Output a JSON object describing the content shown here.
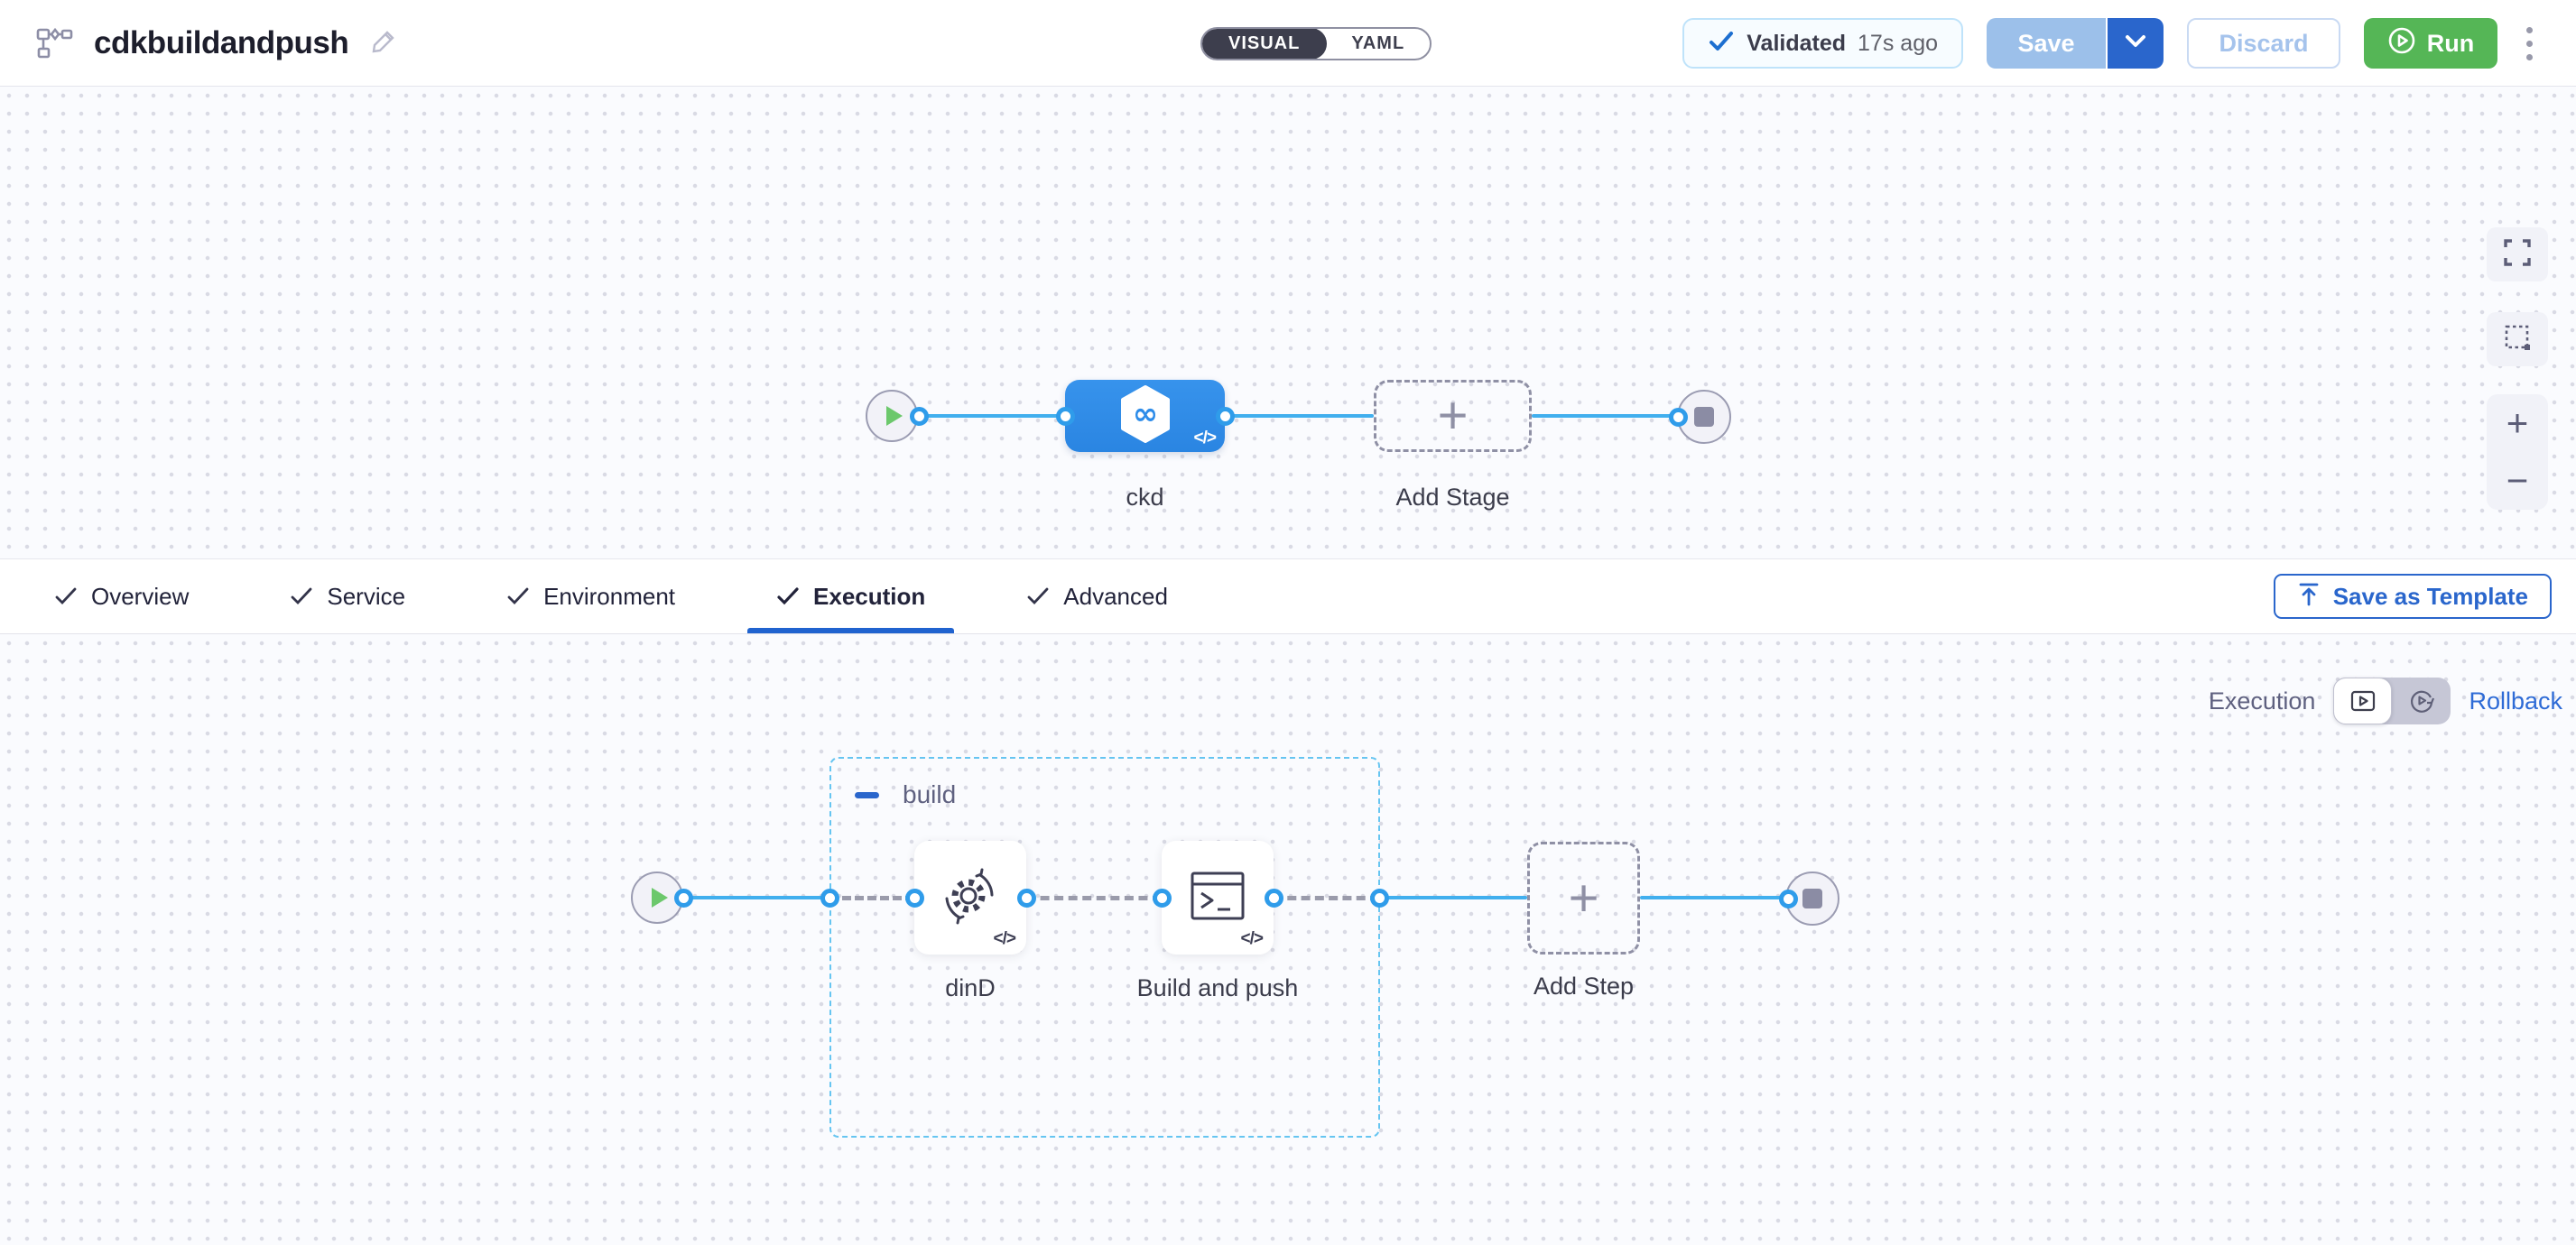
{
  "header": {
    "title": "cdkbuildandpush",
    "mode_toggle": {
      "visual": "VISUAL",
      "yaml": "YAML"
    },
    "validation": {
      "status": "Validated",
      "time": "17s ago"
    },
    "actions": {
      "save": "Save",
      "discard": "Discard",
      "run": "Run"
    }
  },
  "tabs": [
    {
      "label": "Overview",
      "checked": true
    },
    {
      "label": "Service",
      "checked": true
    },
    {
      "label": "Environment",
      "checked": true
    },
    {
      "label": "Execution",
      "checked": true,
      "active": true
    },
    {
      "label": "Advanced",
      "checked": true
    }
  ],
  "save_as_template_label": "Save as Template",
  "pipeline": {
    "stage_label": "ckd",
    "add_stage_label": "Add Stage",
    "code_badge": "</>"
  },
  "execution": {
    "mode_label": "Execution",
    "rollback_label": "Rollback",
    "group_label": "build",
    "steps": [
      {
        "label": "dinD",
        "icon": "gear-sync-icon"
      },
      {
        "label": "Build and push",
        "icon": "terminal-icon"
      }
    ],
    "add_step_label": "Add Step",
    "code_badge": "</>"
  },
  "icons": {
    "plus": "+",
    "zoom_in": "+",
    "zoom_out": "−",
    "terminal_prompt": ">_",
    "infinity": "∞"
  },
  "colors": {
    "primary_blue": "#2a66cc",
    "stage_node_blue": "#2d8ce9",
    "connector_blue": "#41afee",
    "run_green": "#55b656",
    "save_disabled_blue": "#9cc0ea",
    "group_border_blue": "#66c5f1",
    "canvas_bg": "#fafbfe",
    "dark_slate": "#3d3e4d"
  }
}
